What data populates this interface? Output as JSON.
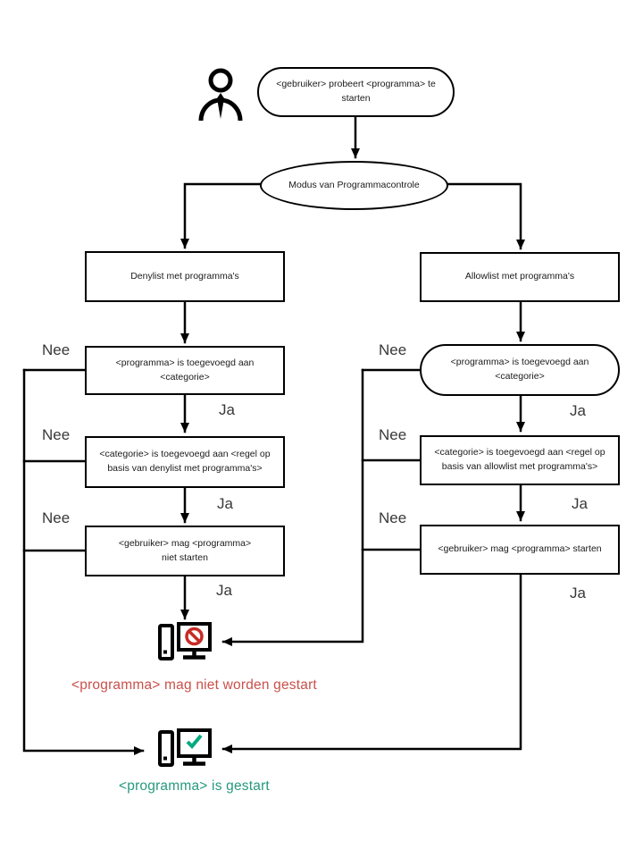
{
  "diagram": {
    "start": "<gebruiker> probeert <programma> te starten",
    "mode": "Modus van Programmacontrole",
    "denylist": "Denylist met programma's",
    "allowlist": "Allowlist met programma's",
    "deny_program_check": "<programma> is toegevoegd aan <categorie>",
    "allow_program_check": "<programma> is toegevoegd aan <categorie>",
    "deny_category_check": "<categorie> is toegevoegd aan <regel op basis van denylist met programma's>",
    "allow_category_check": "<categorie> is toegevoegd aan <regel op basis van allowlist met programma's>",
    "deny_result": "<gebruiker> mag <programma> niet starten",
    "allow_result": "<gebruiker> mag <programma> starten",
    "blocked_caption": "<programma> mag niet worden gestart",
    "started_caption": "<programma> is gestart",
    "labels": {
      "yes": "Ja",
      "no": "Nee"
    },
    "colors": {
      "line": "#000000",
      "blocked_text": "#c9504a",
      "started_text": "#26997e",
      "prohibit_red": "#c62b24",
      "check_green": "#00ab7e"
    }
  }
}
